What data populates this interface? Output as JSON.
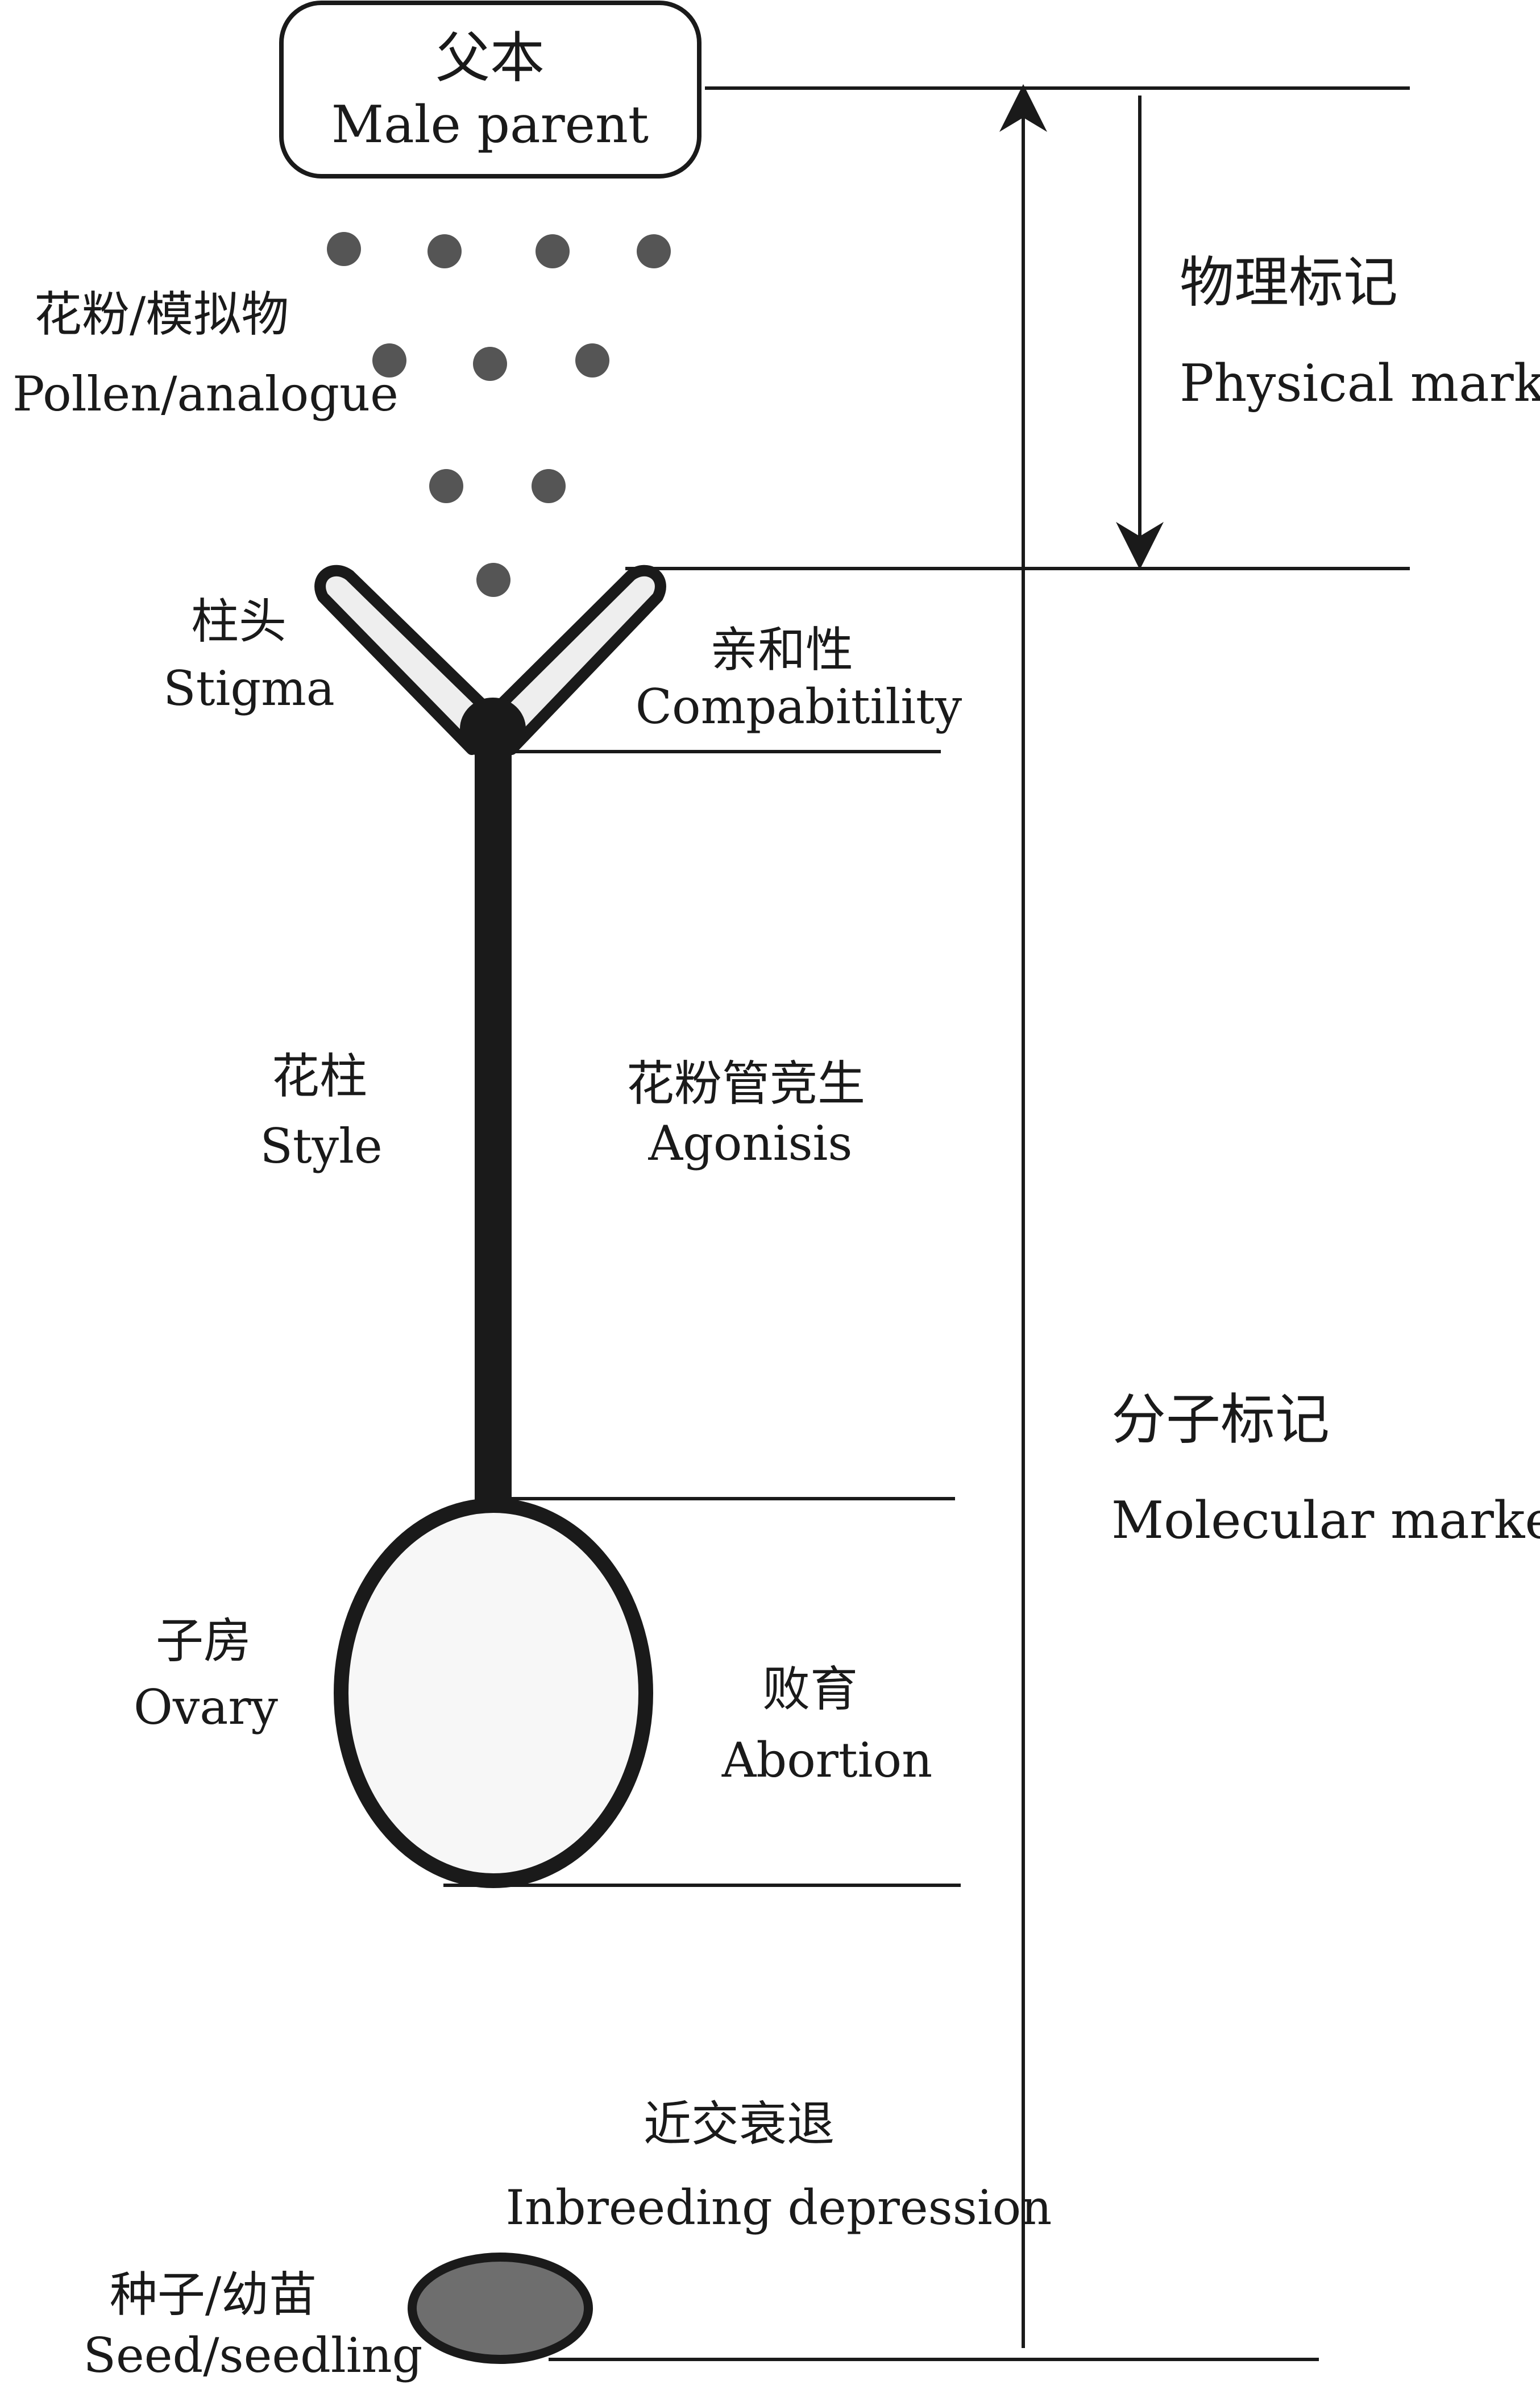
{
  "male_parent": {
    "cn": "父本",
    "en": "Male parent"
  },
  "pollen": {
    "cn": "花粉/模拟物",
    "en": "Pollen/analogue"
  },
  "stigma": {
    "cn": "柱头",
    "en": "Stigma"
  },
  "compatibility": {
    "cn": "亲和性",
    "en": "Compabitility"
  },
  "style": {
    "cn": "花柱",
    "en": "Style"
  },
  "agonisis": {
    "cn": "花粉管竞生",
    "en": "Agonisis"
  },
  "ovary": {
    "cn": "子房",
    "en": "Ovary"
  },
  "abortion": {
    "cn": "败育",
    "en": "Abortion"
  },
  "inbreeding": {
    "cn": "近交衰退",
    "en": "Inbreeding depression"
  },
  "seed": {
    "cn": "种子/幼苗",
    "en": "Seed/seedling"
  },
  "physical_marker": {
    "cn": "物理标记",
    "en": "Physical marker"
  },
  "molecular_marker": {
    "cn": "分子标记",
    "en": "Molecular marker"
  },
  "colors": {
    "stroke": "#1a1a1a",
    "pollen": "#555555",
    "stigma_fill": "#eeeeee",
    "ovary_fill": "#f7f7f7",
    "seed_fill": "#6e6e6e"
  }
}
